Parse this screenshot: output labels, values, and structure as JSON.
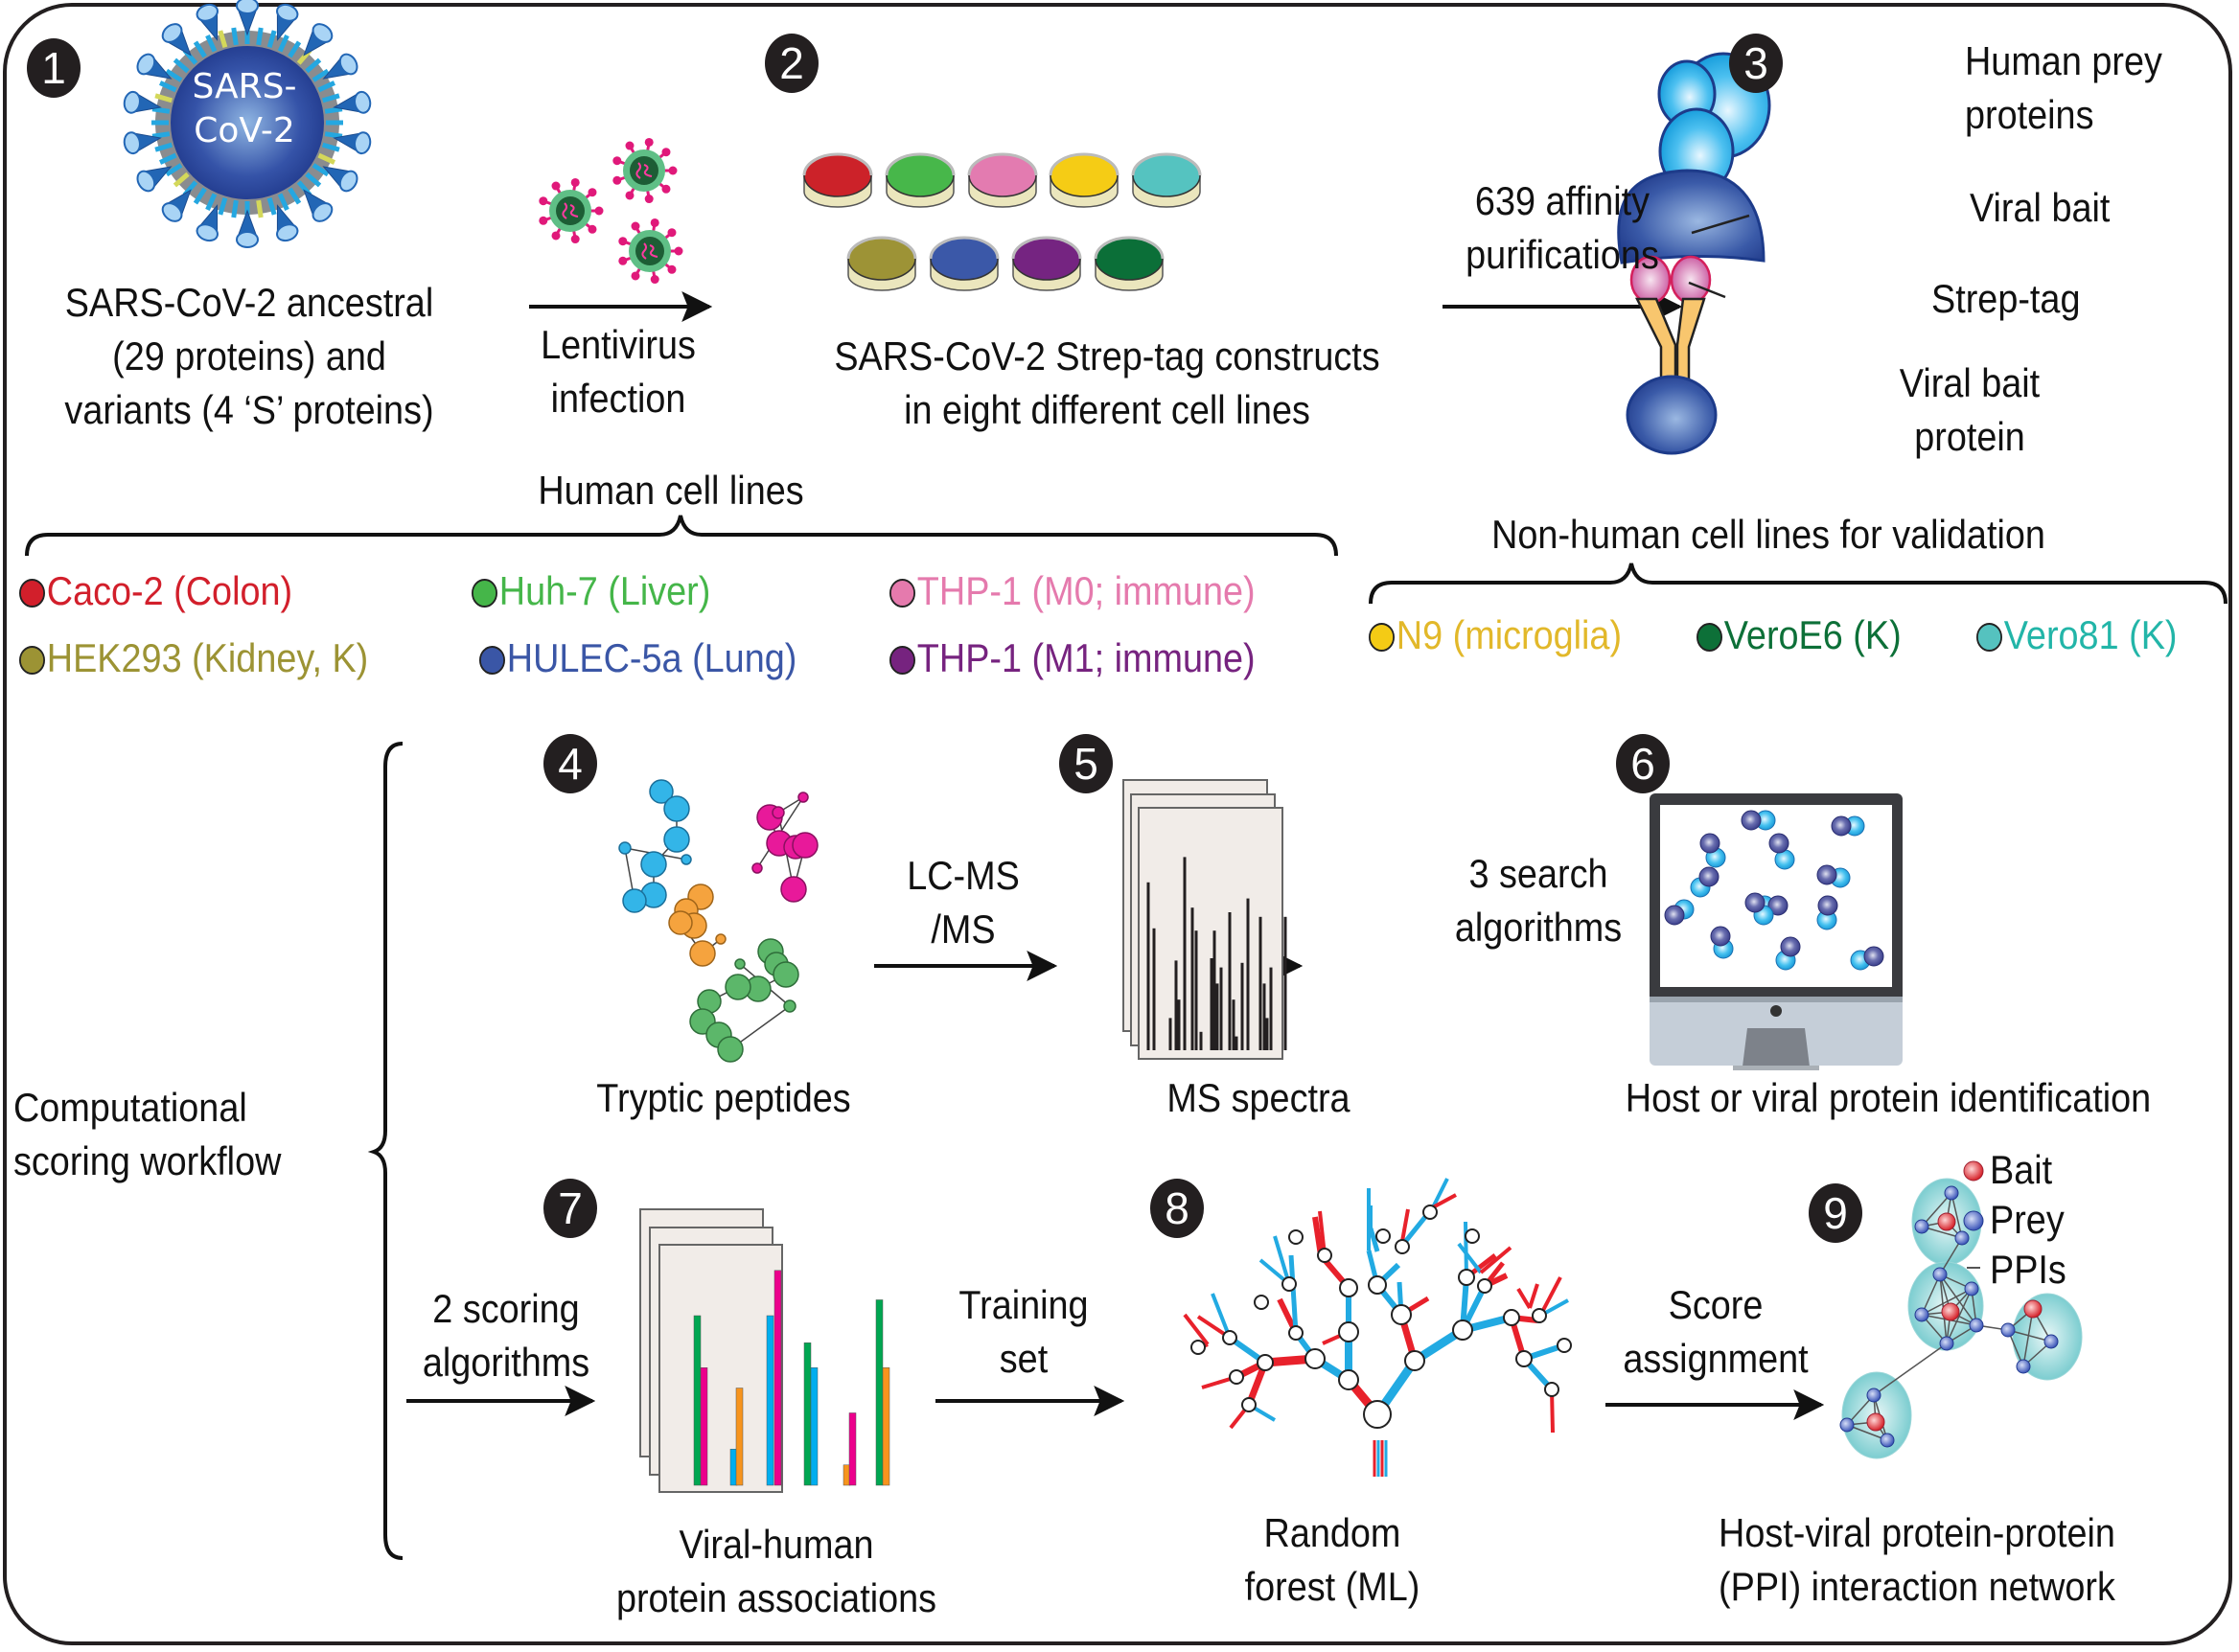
{
  "steps": [
    {
      "number": "1",
      "label_lines": [
        "SARS-CoV-2 ancestral",
        "(29 proteins) and",
        "variants (4 ‘S’ proteins)"
      ],
      "icon_text": [
        "SARS-",
        "CoV-2"
      ]
    },
    {
      "number": "2",
      "label_lines": [
        "SARS-CoV-2 Strep-tag constructs",
        "in eight different cell lines"
      ]
    },
    {
      "number": "3",
      "parts": [
        "Human prey proteins",
        "Viral bait",
        "Strep-tag",
        "Viral bait protein"
      ],
      "part_lines": {
        "prey": [
          "Human prey",
          "proteins"
        ],
        "bait": "Viral bait",
        "tag": "Strep-tag",
        "bait_protein": [
          "Viral bait",
          "protein"
        ]
      }
    },
    {
      "number": "4",
      "label": "Tryptic peptides"
    },
    {
      "number": "5",
      "label": "MS spectra"
    },
    {
      "number": "6",
      "label": "Host or viral protein identification"
    },
    {
      "number": "7",
      "label_lines": [
        "Viral-human",
        "protein associations"
      ]
    },
    {
      "number": "8",
      "label_lines": [
        "Random",
        "forest (ML)"
      ]
    },
    {
      "number": "9",
      "label_lines": [
        "Host-viral protein-protein",
        "(PPI) interaction network"
      ],
      "legend": [
        "Bait",
        "Prey",
        "PPIs"
      ]
    }
  ],
  "arrows": {
    "a1_2": [
      "Lentivirus",
      "infection"
    ],
    "a2_3": [
      "639 affinity",
      "purifications"
    ],
    "a4_5": [
      "LC-MS",
      "/MS"
    ],
    "a5_6": [
      "3 search",
      "algorithms"
    ],
    "a_7": [
      "2 scoring",
      "algorithms"
    ],
    "a7_8": [
      "Training",
      "set"
    ],
    "a8_9": [
      "Score",
      "assignment"
    ]
  },
  "human_cell_lines": {
    "title": "Human cell lines",
    "items": [
      {
        "label": "Caco-2 (Colon)",
        "color": "#d21f2b"
      },
      {
        "label": "Huh-7 (Liver)",
        "color": "#45b649"
      },
      {
        "label": "THP-1 (M0; immune)",
        "color": "#e57aad"
      },
      {
        "label": "HEK293 (Kidney, K)",
        "color": "#9c9334"
      },
      {
        "label": "HULEC-5a (Lung)",
        "color": "#3a56a6"
      },
      {
        "label": "THP-1 (M1; immune)",
        "color": "#76237f"
      }
    ]
  },
  "nonhuman_cell_lines": {
    "title": "Non-human cell lines for validation",
    "items": [
      {
        "label": "N9 (microglia)",
        "color": "#f4cb15",
        "text_color": "#e2b82a"
      },
      {
        "label": "VeroE6 (K)",
        "color": "#0d7038",
        "text_color": "#0d7038"
      },
      {
        "label": "Vero81 (K)",
        "color": "#55c2bf",
        "text_color": "#22b5a8"
      }
    ]
  },
  "dish_colors": [
    "#cc2229",
    "#47b74a",
    "#e37bb0",
    "#f5cc15",
    "#55c3c0",
    "#9d9336",
    "#3b58a8",
    "#752481",
    "#0b6f38"
  ],
  "workflow_label": [
    "Computational",
    "scoring workflow"
  ],
  "colors": {
    "badge": "#231f20",
    "virus_blue": "#2e4da0",
    "prey_blue": "#2fb6ea",
    "strep_pink": "#cc4a9a",
    "tree_red": "#e8212b",
    "tree_blue": "#22aae2"
  }
}
